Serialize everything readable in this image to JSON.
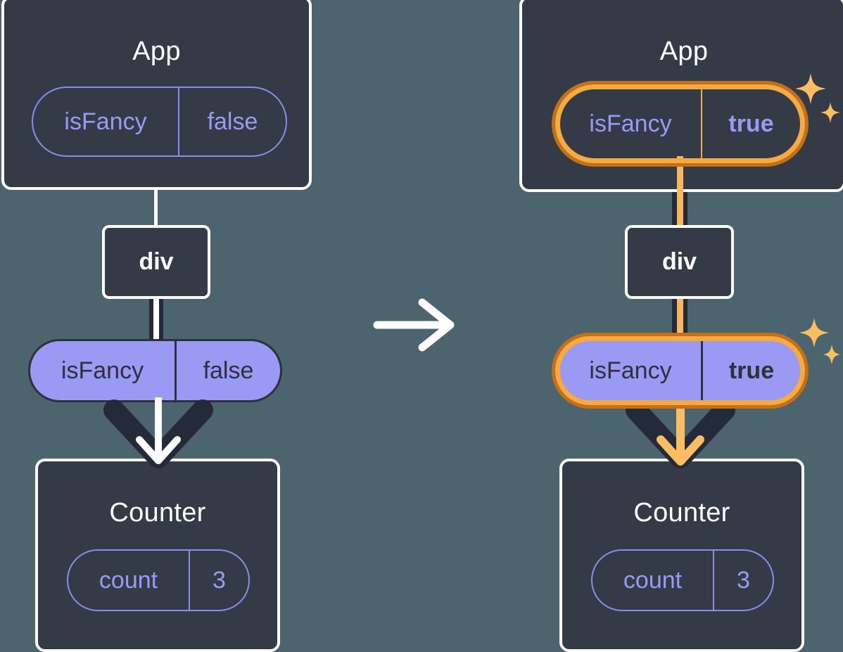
{
  "diagram": {
    "type": "react-state-propagation",
    "title": "",
    "background_color": "#4b646d",
    "transition_icon": "arrow-right-icon",
    "panels": [
      {
        "id": "before",
        "highlighted": false,
        "app": {
          "title": "App",
          "state": {
            "key": "isFancy",
            "value": "false",
            "highlighted": false
          }
        },
        "div": {
          "label": "div"
        },
        "prop": {
          "key": "isFancy",
          "value": "false",
          "highlighted": false
        },
        "counter": {
          "title": "Counter",
          "state": {
            "key": "count",
            "value": "3",
            "highlighted": false
          }
        },
        "sparkle_icon": null
      },
      {
        "id": "after",
        "highlighted": true,
        "app": {
          "title": "App",
          "state": {
            "key": "isFancy",
            "value": "true",
            "highlighted": true
          }
        },
        "div": {
          "label": "div"
        },
        "prop": {
          "key": "isFancy",
          "value": "true",
          "highlighted": true
        },
        "counter": {
          "title": "Counter",
          "state": {
            "key": "count",
            "value": "3",
            "highlighted": false
          }
        },
        "sparkle_icon": "sparkles-icon"
      }
    ]
  },
  "colors": {
    "background": "#4b646d",
    "box_fill": "#343a46",
    "box_border": "#ffffff",
    "pill_outline": "#8b8bf0",
    "pill_text_purple": "#9a9af5",
    "pill_filled_bg": "#9a9af5",
    "pill_filled_border": "#2c313c",
    "highlight_inner": "#f5ab42",
    "highlight_outer": "#c4701a",
    "arrow_dark": "#242a38",
    "arrow_light": "#f7b75d",
    "text_white": "#ffffff"
  }
}
